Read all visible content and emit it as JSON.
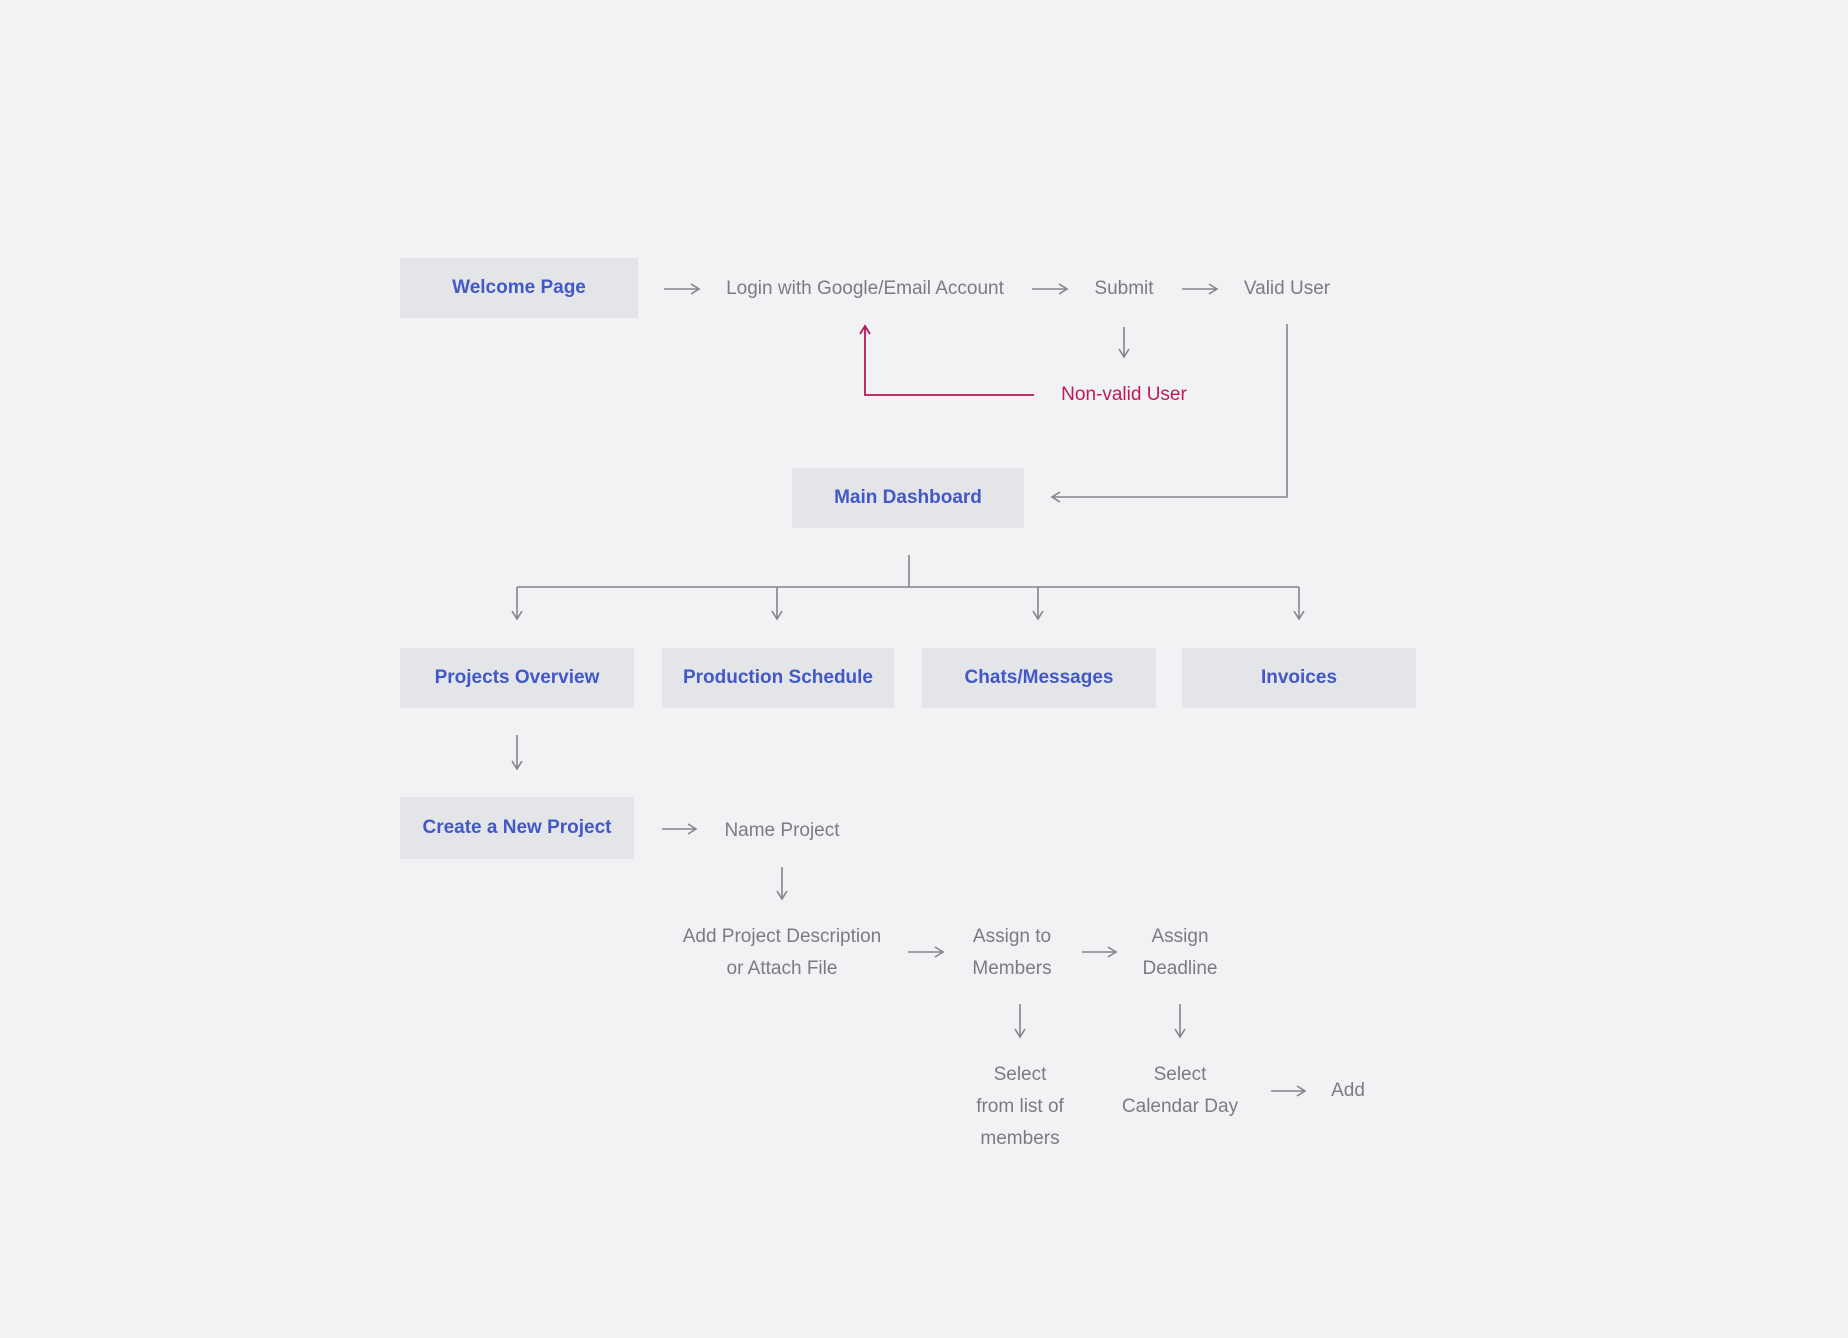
{
  "nodes": {
    "welcome_page": "Welcome Page",
    "login": "Login with Google/Email Account",
    "submit": "Submit",
    "valid_user": "Valid User",
    "non_valid_user": "Non-valid User",
    "main_dashboard": "Main Dashboard",
    "projects_overview": "Projects Overview",
    "production_schedule": "Production Schedule",
    "chats_messages": "Chats/Messages",
    "invoices": "Invoices",
    "create_new_project": "Create a New Project",
    "name_project": "Name Project",
    "add_description_1": "Add Project Description",
    "add_description_2": "or Attach File",
    "assign_members_1": "Assign to",
    "assign_members_2": "Members",
    "assign_deadline_1": "Assign",
    "assign_deadline_2": "Deadline",
    "select_members_1": "Select",
    "select_members_2": "from list of",
    "select_members_3": "members",
    "select_day_1": "Select",
    "select_day_2": "Calendar Day",
    "add": "Add"
  },
  "colors": {
    "background": "#f1f2f4",
    "box_fill": "#e4e5e9",
    "box_text": "#4258c7",
    "step_text": "#7b7b83",
    "error_text": "#c2185b",
    "connector": "#858589",
    "error_connector": "#b8165a"
  }
}
